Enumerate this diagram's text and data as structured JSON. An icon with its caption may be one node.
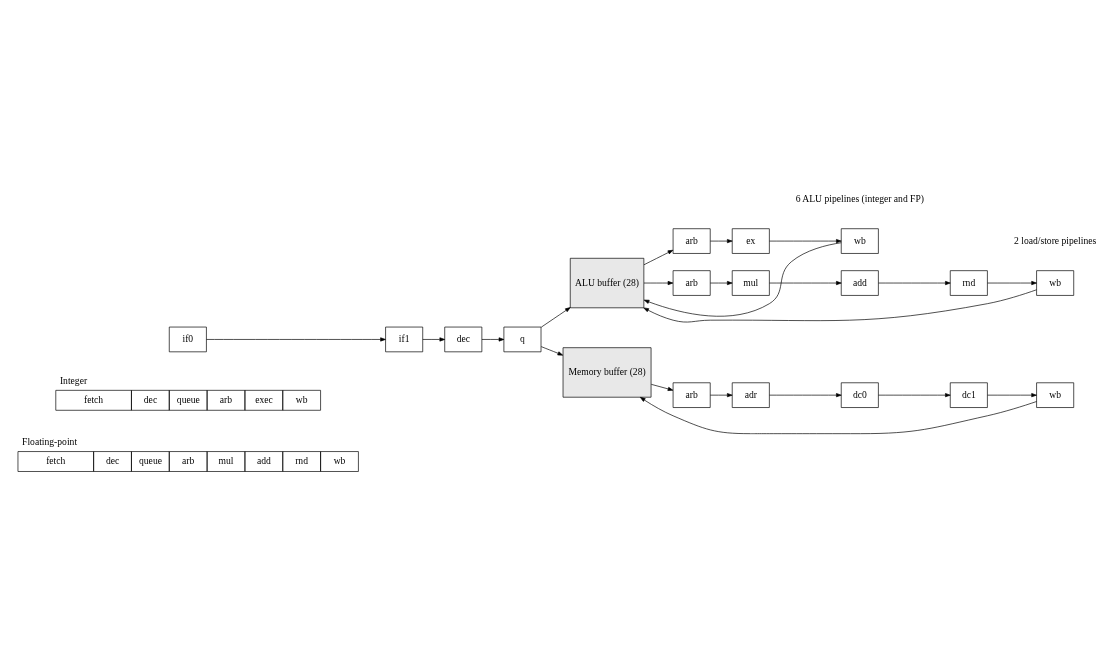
{
  "diagram": {
    "nodes": [
      {
        "text": [
          "if0"
        ]
      },
      {
        "text": [
          "if1"
        ]
      },
      {
        "text": [
          "dec"
        ]
      },
      {
        "text": [
          "q"
        ]
      },
      {
        "text": [
          "ALU buffer (28)"
        ]
      },
      {
        "text": [
          "arb"
        ]
      },
      {
        "text": [
          "ex"
        ]
      },
      {
        "text": [
          "wb"
        ]
      },
      {
        "text": [
          "arb"
        ]
      },
      {
        "text": [
          "mul"
        ]
      },
      {
        "text": [
          "add"
        ]
      },
      {
        "text": [
          "rnd"
        ]
      },
      {
        "text": [
          "wb"
        ]
      },
      {
        "text": [
          "Memory buffer (28)"
        ]
      },
      {
        "text": [
          "arb"
        ]
      },
      {
        "text": [
          "adr"
        ]
      },
      {
        "text": [
          "dc0"
        ]
      },
      {
        "text": [
          "dc1"
        ]
      },
      {
        "text": [
          "wb"
        ]
      }
    ],
    "edges": [
      {
        "from": 0,
        "to": 1,
        "arrow": "to"
      },
      {
        "from": 1,
        "to": 2,
        "arrow": "to"
      },
      {
        "from": 2,
        "to": 3,
        "arrow": "to"
      },
      {
        "from": 3,
        "to": 4,
        "arrow": "to"
      },
      {
        "from": 3,
        "to": 13,
        "arrow": "to"
      },
      {
        "from": 4,
        "to": 5,
        "arrow": "to"
      },
      {
        "from": 5,
        "to": 6,
        "arrow": "to"
      },
      {
        "from": 6,
        "to": 7,
        "arrow": "to"
      },
      {
        "from": 7,
        "to": 4,
        "arrow": "to"
      },
      {
        "from": 4,
        "to": 8,
        "arrow": "to"
      },
      {
        "from": 8,
        "to": 9,
        "arrow": "to"
      },
      {
        "from": 9,
        "to": 10,
        "arrow": "to"
      },
      {
        "from": 10,
        "to": 11,
        "arrow": "to"
      },
      {
        "from": 11,
        "to": 12,
        "arrow": "to"
      },
      {
        "from": 12,
        "to": 4,
        "arrow": "to"
      },
      {
        "from": 13,
        "to": 14,
        "arrow": "to"
      },
      {
        "from": 14,
        "to": 15,
        "arrow": "to"
      },
      {
        "from": 15,
        "to": 16,
        "arrow": "to"
      },
      {
        "from": 16,
        "to": 17,
        "arrow": "to"
      },
      {
        "from": 17,
        "to": 18,
        "arrow": "to"
      },
      {
        "from": 18,
        "to": 13,
        "arrow": "to"
      }
    ],
    "labels": [
      "6 ALU pipelines (integer and FP)",
      "2 load/store pipelines",
      "Integer",
      "fetch",
      "dec",
      "queue",
      "arb",
      "exec",
      "wb",
      "Floating-point",
      "fetch",
      "dec",
      "queue",
      "arb",
      "mul",
      "add",
      "rnd",
      "wb"
    ]
  }
}
